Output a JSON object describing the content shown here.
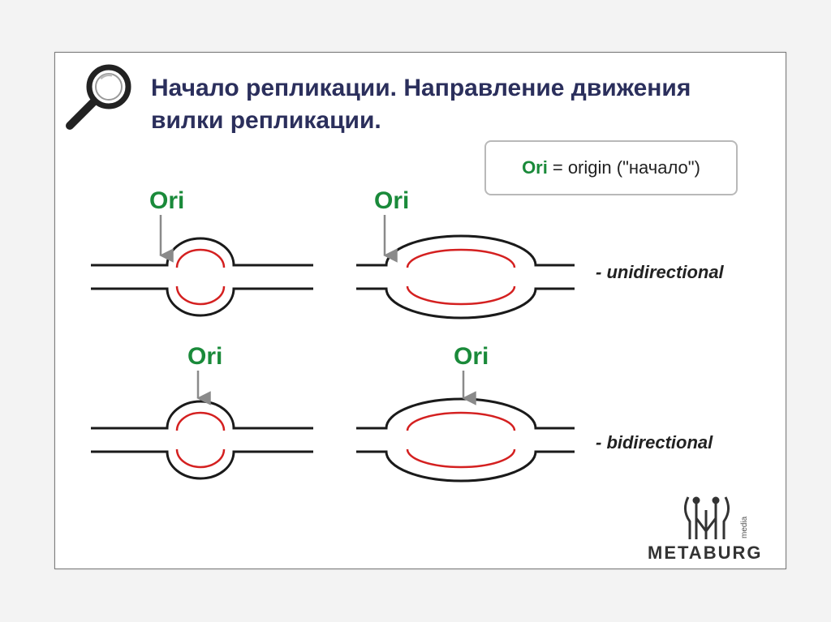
{
  "title": {
    "line1": "Начало репликации. Направление движения",
    "line2": "вилки репликации."
  },
  "note": {
    "abbr": "Ori",
    "text": "= origin (\"начало\")"
  },
  "ori_label": "Ori",
  "rows": [
    {
      "label": "- unidirectional"
    },
    {
      "label": "- bidirectional"
    }
  ],
  "logo": {
    "name": "METABURG",
    "sub": "media"
  },
  "colors": {
    "title": "#2b2f5c",
    "ori": "#1a8a3a",
    "strand": "#1a1a1a",
    "new_strand": "#d42020",
    "arrow": "#8a8a8a"
  },
  "icons": [
    "magnifier-icon",
    "metaburg-logo"
  ]
}
